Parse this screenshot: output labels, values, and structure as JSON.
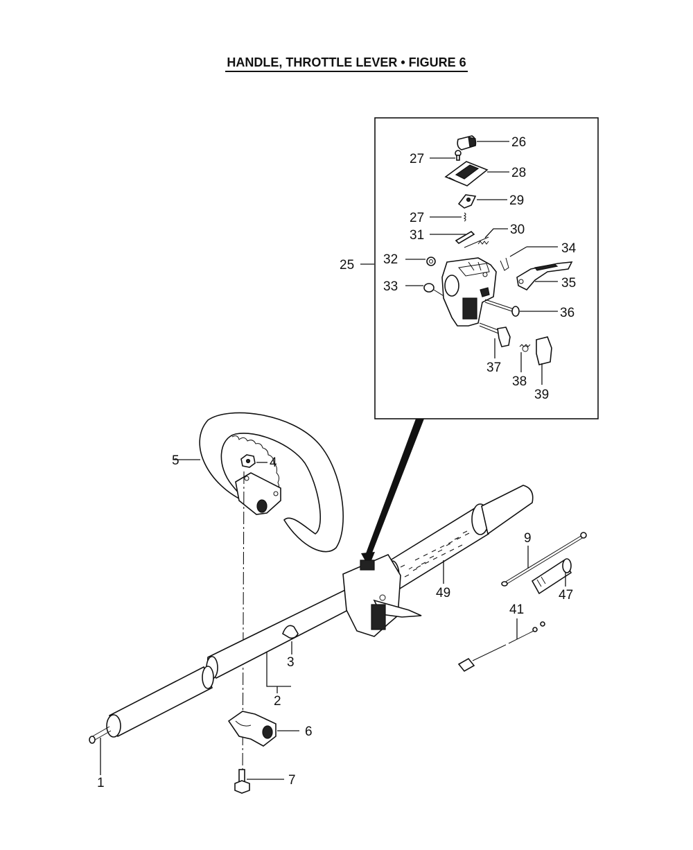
{
  "title": "HANDLE, THROTTLE LEVER  •  FIGURE  6",
  "callouts": {
    "p1": "1",
    "p2": "2",
    "p3": "3",
    "p4": "4",
    "p5": "5",
    "p6": "6",
    "p7": "7",
    "p9": "9",
    "p25": "25",
    "p26": "26",
    "p27a": "27",
    "p27b": "27",
    "p28": "28",
    "p29": "29",
    "p30": "30",
    "p31": "31",
    "p32": "32",
    "p33": "33",
    "p34": "34",
    "p35": "35",
    "p36": "36",
    "p37": "37",
    "p38": "38",
    "p39": "39",
    "p41": "41",
    "p47": "47",
    "p49": "49"
  }
}
